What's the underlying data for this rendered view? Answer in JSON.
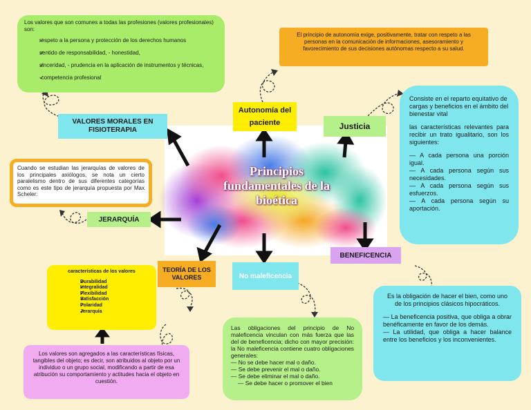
{
  "center": {
    "title_lines": [
      "Principios",
      "fundamentales de la",
      "bioética"
    ]
  },
  "valores_profesionales": {
    "intro": "Los valores que son comunes a todas las profesiones (valores profesionales) son:",
    "items": [
      "respeto a la persona y protección de los derechos humanos",
      "sentido de responsabilidad, - honestidad,",
      "sinceridad, - prudencia en la aplicación de instrumentos y técnicas,",
      "-competencia profesional"
    ]
  },
  "valores_morales_label": "VALORES MORALES EN FISIOTERAPIA",
  "autonomia": {
    "label": "Autonomía del paciente",
    "description": "El principio de autonomía exige, positivamente, tratar con respeto a las personas en la comunicación de informaciones, asesoramiento y favorecimiento de sus decisiones autónomas respecto a su salud."
  },
  "justicia": {
    "label": "Justicia",
    "p1": "Consiste en el reparto equitativo de cargas y beneficios en el ámbito del bienestar vital",
    "p2": "las características relevantes para recibir un trato igualitario, son los siguientes:",
    "items": [
      "— A cada persona una porción igual.",
      "— A cada persona según sus necesidades.",
      "— A cada persona según sus esfuerzos.",
      "— A cada persona según su aportación."
    ]
  },
  "jerarquia": {
    "label": "JERARQUÍA",
    "description": "Cuando se estudian las jerarquías de valores de los principales axiólogos, se nota un cierto paralelismo dentro de sus diferentes categorías como es este tipo de jerarquía propuesta por Max Scheler:"
  },
  "teoria": {
    "label": "TEORÍA DE LOS VALORES",
    "caracteristicas_title": "características de los valores",
    "caracteristicas": [
      "Durabilidad",
      "Integralidad",
      "Flexibilidad",
      "Satisfacción",
      "Polaridad",
      "Jerarquía"
    ],
    "description": "Los valores son agregados a las características físicas, tangibles del objeto; es decir, son atribuidos al objeto por un individuo o un grupo social, modificando a partir de esa atribución su comportamiento y actitudes hacia el objeto en cuestión."
  },
  "no_maleficencia": {
    "label": "No maleficencia",
    "intro": "Las obligaciones del principio de No maleficencia vinculan con más fuerza que las del de beneficencia; dicho con mayor precisión: la No maleficencia contiene cuatro obligaciones generales:",
    "items": [
      "— No se debe hacer mal o daño.",
      "— Se debe prevenir el mal o daño.",
      "— Se debe eliminar el mal o daño.",
      "— Se debe hacer o promover el bien"
    ]
  },
  "beneficencia": {
    "label": "BENEFICENCIA",
    "p1": "Es la obligación de hacer el bien, como uno de los principios clásicos hipocráticos.",
    "items": [
      "— La beneficencia positiva, que obliga a obrar benéficamente en favor de los demás.",
      "— La utilidad, que obliga a hacer balance entre los beneficios y los inconvenientes."
    ]
  },
  "colors": {
    "background": "#fdf2cf",
    "green": "#a8ec6a",
    "cyan": "#7fe6ee",
    "orange": "#f6ac23",
    "yellow": "#ffee00",
    "pink": "#f1abf0",
    "lavender": "#d9a3f0",
    "light_green": "#b6f08a"
  }
}
